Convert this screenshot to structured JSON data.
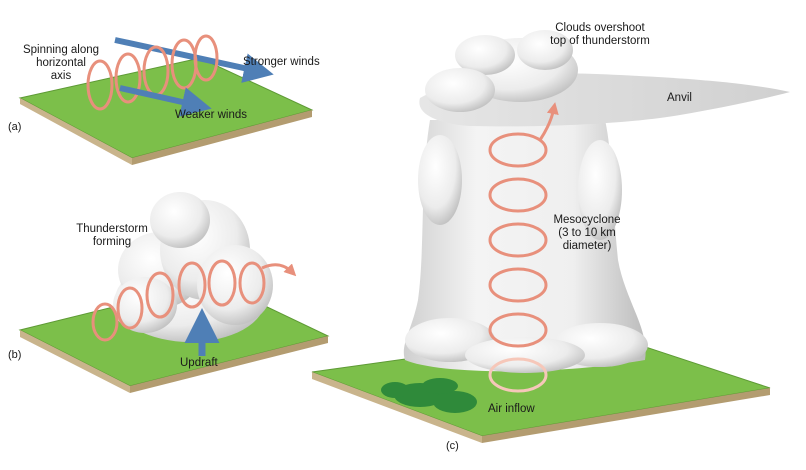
{
  "panels": {
    "a": {
      "letter": "(a)",
      "spin_label": [
        "Spinning along",
        "horizontal",
        "axis"
      ],
      "stronger_label": "Stronger winds",
      "weaker_label": "Weaker winds"
    },
    "b": {
      "letter": "(b)",
      "storm_label": [
        "Thunderstorm",
        "forming"
      ],
      "updraft_label": "Updraft"
    },
    "c": {
      "letter": "(c)",
      "overshoot_label": [
        "Clouds overshoot",
        "top of thunderstorm"
      ],
      "anvil_label": "Anvil",
      "mesocyclone_label": [
        "Mesocyclone",
        "(3 to 10 km",
        "diameter)"
      ],
      "inflow_label": "Air inflow"
    }
  },
  "colors": {
    "ground_top": "#7cbf4a",
    "ground_side": "#c9b48c",
    "ground_edge": "#5e9a35",
    "wind_arrow": "#4f7fb6",
    "spiral": "#e8907c",
    "spiral_light": "#f6c7b9",
    "cloud": "#f2f2f2",
    "cloud_shade": "#c9c9c9"
  }
}
